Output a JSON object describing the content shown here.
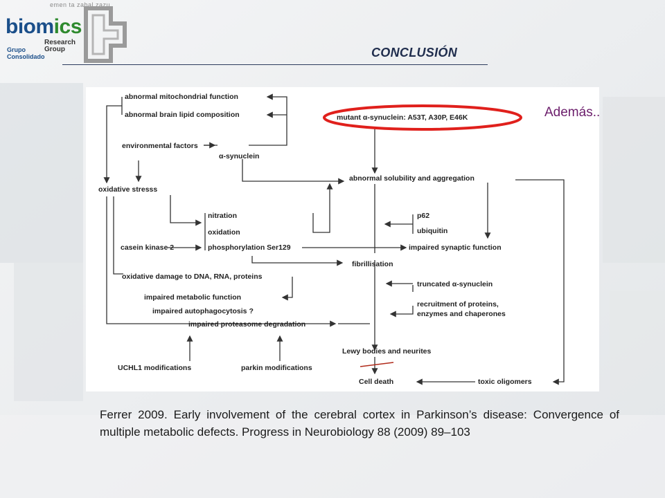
{
  "header": {
    "title": "CONCLUSIÓN",
    "logo": {
      "tagline": "emen ta zabal zazu",
      "word_part1": "biom",
      "word_part2": "ics",
      "research_line1": "Research",
      "research_line2": "Group",
      "grupo_line1": "Grupo",
      "grupo_line2": "Consolidado"
    }
  },
  "diagram": {
    "nodes": {
      "mito": "abnormal mitochondrial function",
      "lipid": "abnormal brain lipid composition",
      "mutant_prefix": "mutant ",
      "alpha_glyph": "α",
      "mutant_suffix": "-synuclein: A53T, A30P, E46K",
      "env": "environmental factors",
      "asyn": "-synuclein",
      "solubility": "abnormal solubility and aggregation",
      "oxstress": "oxidative stresss",
      "nitration": "nitration",
      "oxidation": "oxidation",
      "p62": "p62",
      "ubiquitin": "ubiquitin",
      "casein": "casein kinase 2",
      "phospho": "phosphorylation Ser129",
      "synaptic": "impaired synaptic function",
      "fibril": "fibrillisation",
      "dna": "oxidative damage to DNA, RNA, proteins",
      "truncated": "truncated ",
      "truncated_suffix": "-synuclein",
      "metabolic": "impaired metabolic function",
      "autophago": "impaired autophagocytosis ?",
      "recruit1": "recruitment of proteins,",
      "recruit2": "enzymes and chaperones",
      "proteasome": "impaired proteasome degradation",
      "lewy": "Lewy bodies and neurites",
      "uchl1": "UCHL1 modifications",
      "parkin": "parkin modifications",
      "death": "Cell death",
      "toxic": "toxic oligomers"
    }
  },
  "annotation": {
    "ademas": "Además.."
  },
  "reference": {
    "text": "Ferrer 2009. Early involvement of the cerebral cortex in Parkinson’s disease: Convergence of multiple metabolic defects. Progress in Neurobiology 88 (2009) 89–103"
  },
  "colors": {
    "highlight": "#e0201c",
    "title": "#1f2d4d",
    "ademas": "#6b1d6b"
  }
}
